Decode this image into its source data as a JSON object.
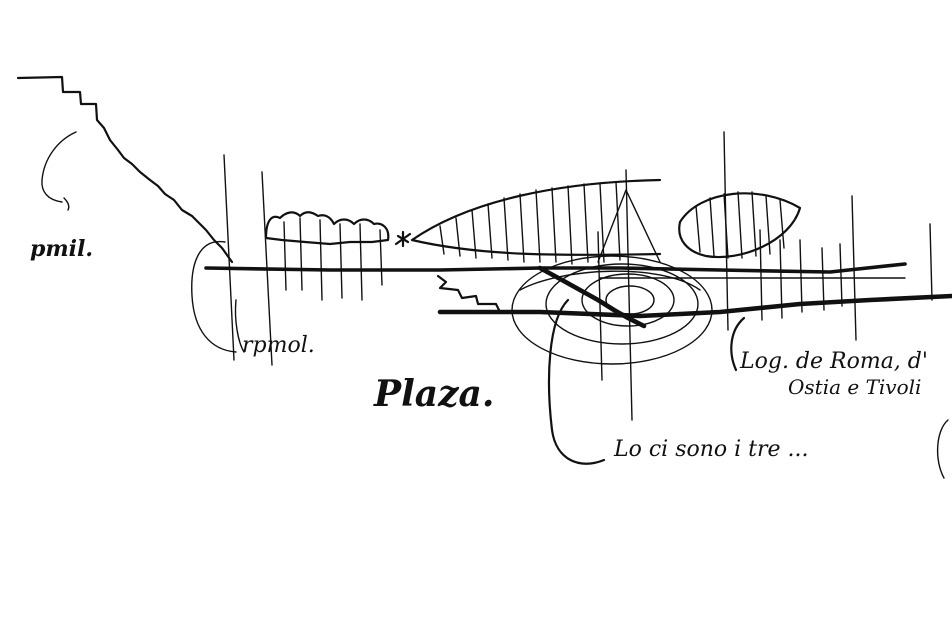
{
  "sketch": {
    "labels": {
      "top_left_note": "pmil.",
      "left_note": "rpmol.",
      "center_note": "Plaza.",
      "right_note_line1": "Log. de Roma, d'",
      "right_note_line2": "Ostia e Tivoli",
      "bottom_note": "Lo ci sono i tre ..."
    },
    "paper_color": "#ffffff",
    "ink_color": "#111111"
  }
}
